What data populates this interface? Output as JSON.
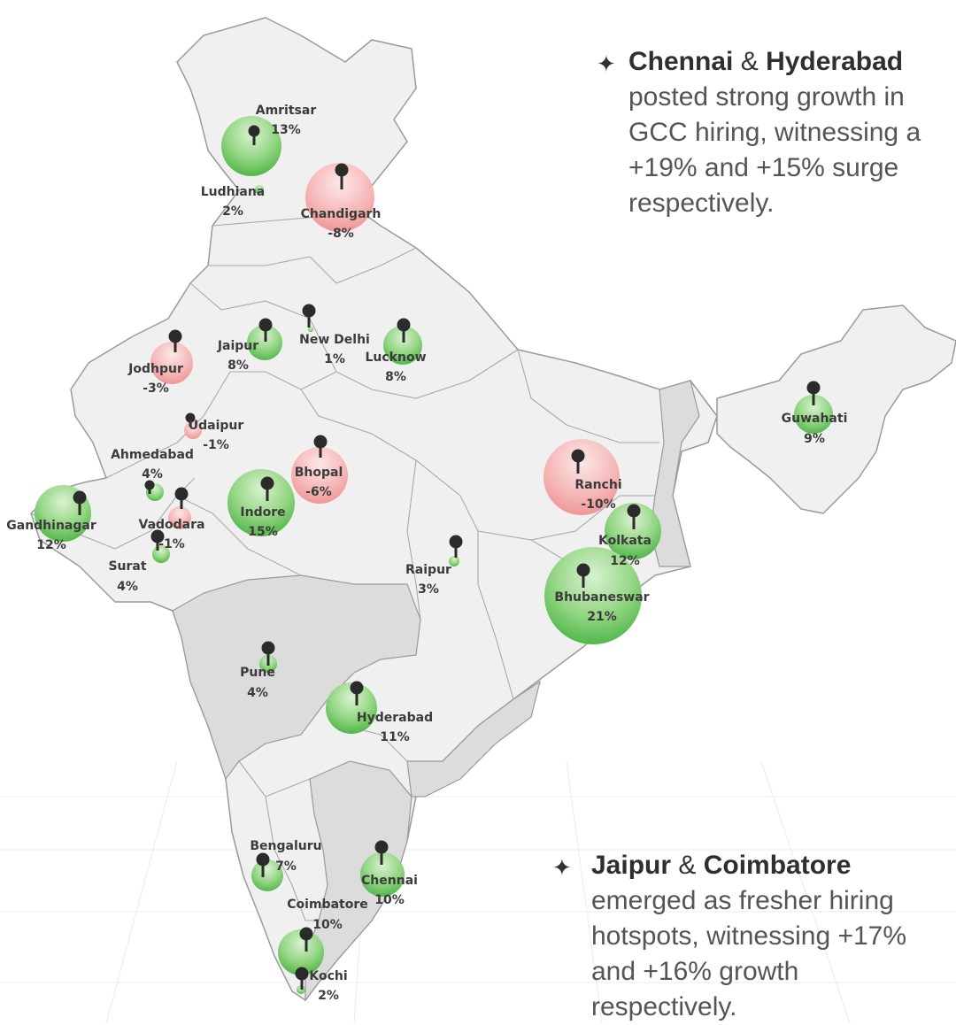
{
  "cities": [
    {
      "name": "Amritsar",
      "value": "13%",
      "change": 13,
      "trend": "positive"
    },
    {
      "name": "Ludhiana",
      "value": "2%",
      "change": 2,
      "trend": "positive"
    },
    {
      "name": "Chandigarh",
      "value": "-8%",
      "change": -8,
      "trend": "negative"
    },
    {
      "name": "Jaipur",
      "value": "8%",
      "change": 8,
      "trend": "positive"
    },
    {
      "name": "New Delhi",
      "value": "1%",
      "change": 1,
      "trend": "positive"
    },
    {
      "name": "Lucknow",
      "value": "8%",
      "change": 8,
      "trend": "positive"
    },
    {
      "name": "Jodhpur",
      "value": "-3%",
      "change": -3,
      "trend": "negative"
    },
    {
      "name": "Udaipur",
      "value": "-1%",
      "change": -1,
      "trend": "negative"
    },
    {
      "name": "Ahmedabad",
      "value": "4%",
      "change": 4,
      "trend": "positive"
    },
    {
      "name": "Bhopal",
      "value": "-6%",
      "change": -6,
      "trend": "negative"
    },
    {
      "name": "Gandhinagar",
      "value": "12%",
      "change": 12,
      "trend": "positive"
    },
    {
      "name": "Vadodara",
      "value": "-1%",
      "change": -1,
      "trend": "negative"
    },
    {
      "name": "Indore",
      "value": "15%",
      "change": 15,
      "trend": "positive"
    },
    {
      "name": "Surat",
      "value": "4%",
      "change": 4,
      "trend": "positive"
    },
    {
      "name": "Raipur",
      "value": "3%",
      "change": 3,
      "trend": "positive"
    },
    {
      "name": "Ranchi",
      "value": "-10%",
      "change": -10,
      "trend": "negative"
    },
    {
      "name": "Kolkata",
      "value": "12%",
      "change": 12,
      "trend": "positive"
    },
    {
      "name": "Bhubaneswar",
      "value": "21%",
      "change": 21,
      "trend": "positive"
    },
    {
      "name": "Guwahati",
      "value": "9%",
      "change": 9,
      "trend": "positive"
    },
    {
      "name": "Pune",
      "value": "4%",
      "change": 4,
      "trend": "positive"
    },
    {
      "name": "Hyderabad",
      "value": "11%",
      "change": 11,
      "trend": "positive"
    },
    {
      "name": "Bengaluru",
      "value": "7%",
      "change": 7,
      "trend": "positive"
    },
    {
      "name": "Chennai",
      "value": "10%",
      "change": 10,
      "trend": "positive"
    },
    {
      "name": "Coimbatore",
      "value": "10%",
      "change": 10,
      "trend": "positive"
    },
    {
      "name": "Kochi",
      "value": "2%",
      "change": 2,
      "trend": "positive"
    }
  ],
  "callouts": {
    "first": {
      "bold_a": "Chennai",
      "amp": "&",
      "bold_b": "Hyderabad",
      "text": "posted strong growth in GCC hiring, witnessing a +19% and +15% surge respectively."
    },
    "second": {
      "bold_a": "Jaipur",
      "amp": "&",
      "bold_b": "Coimbatore",
      "text": "emerged as fresher hiring hotspots, witnessing +17% and +16% growth respectively."
    }
  },
  "colors": {
    "positive": "#4cb944",
    "negative": "#f08080",
    "land": "#f0f0f0",
    "land_dark": "#dcdcdc",
    "border": "#9a9a9a",
    "pin": "#2b2b2b"
  },
  "icons": {
    "callout_bullet": "four-point-star-icon",
    "marker": "map-pin-icon"
  }
}
